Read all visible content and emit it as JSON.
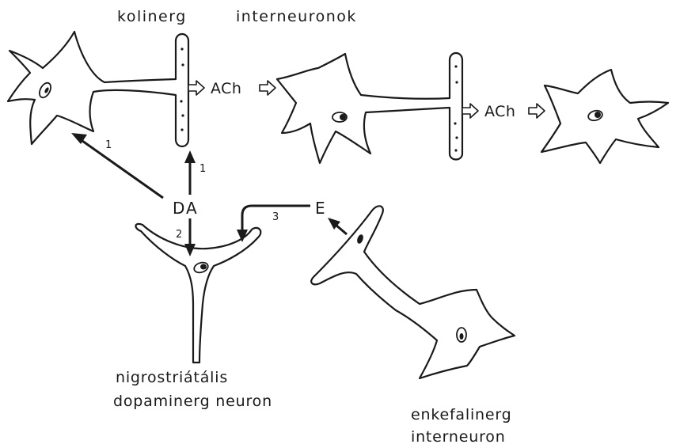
{
  "labels": {
    "top_left": "kolinerg",
    "top_right": "interneuronok",
    "ach_1": "ACh",
    "ach_2": "ACh",
    "da": "DA",
    "e": "E",
    "num_1a": "1",
    "num_1b": "1",
    "num_2": "2",
    "num_3": "3",
    "nigro_line1": "nigrostriátális",
    "nigro_line2": "dopaminerg neuron",
    "enk_line1": "enkefalinerg",
    "enk_line2": "interneuron"
  },
  "colors": {
    "ink": "#1a1a1a",
    "paper": "#ffffff"
  }
}
